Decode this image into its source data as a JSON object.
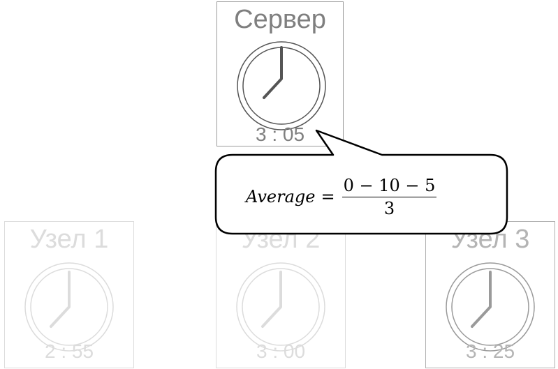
{
  "server": {
    "name": "Сервер",
    "time": "3 : 05"
  },
  "nodes": [
    {
      "name": "Узел 1",
      "time": "2 : 55"
    },
    {
      "name": "Узел 2",
      "time": "3 : 00"
    },
    {
      "name": "Узел 3",
      "time": "3 : 25"
    }
  ],
  "formula": {
    "lhs": "Average",
    "equals": "=",
    "numerator": "0 − 10 − 5",
    "denominator": "3"
  },
  "clock_icon": "clock-icon",
  "colors": {
    "server_text": "#7f7f7f",
    "faded_text": "#dcdcdc",
    "node3_text": "#b4b4b4",
    "callout_border": "#000000"
  }
}
